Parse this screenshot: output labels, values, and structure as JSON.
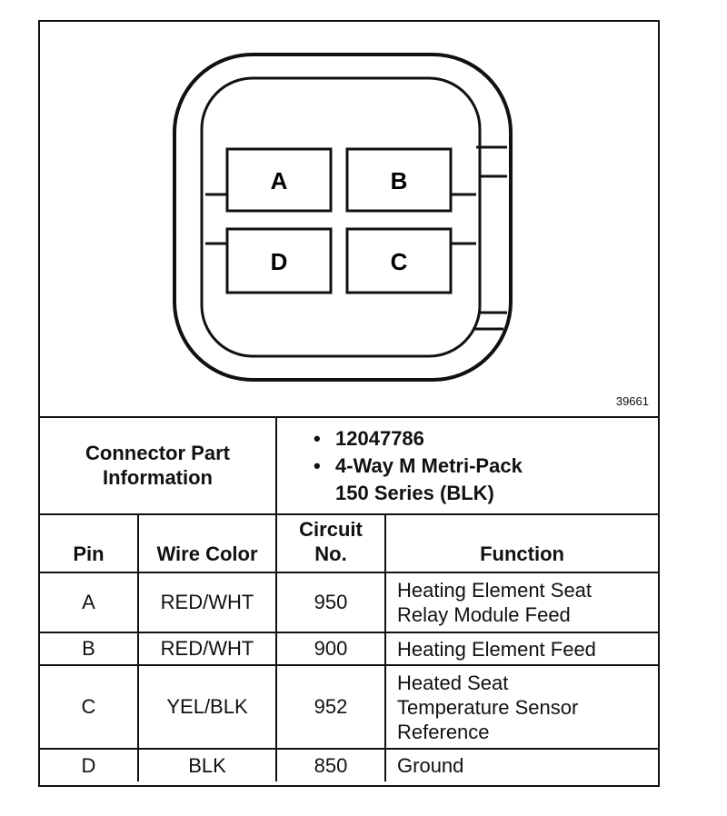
{
  "diagram": {
    "figure_id": "39661",
    "pins_top": [
      "A",
      "B"
    ],
    "pins_bottom": [
      "D",
      "C"
    ]
  },
  "connector_info": {
    "label_line1": "Connector Part",
    "label_line2": "Information",
    "part_number": "12047786",
    "description_line1": "4-Way M Metri-Pack",
    "description_line2": "150 Series (BLK)"
  },
  "headers": {
    "pin": "Pin",
    "wire_color": "Wire Color",
    "circuit_line1": "Circuit",
    "circuit_line2": "No.",
    "function": "Function"
  },
  "rows": [
    {
      "pin": "A",
      "wire_color": "RED/WHT",
      "circuit": "950",
      "function_lines": [
        "Heating Element Seat",
        "Relay Module Feed"
      ]
    },
    {
      "pin": "B",
      "wire_color": "RED/WHT",
      "circuit": "900",
      "function_lines": [
        "Heating Element Feed"
      ]
    },
    {
      "pin": "C",
      "wire_color": "YEL/BLK",
      "circuit": "952",
      "function_lines": [
        "Heated Seat",
        "Temperature Sensor",
        "Reference"
      ]
    },
    {
      "pin": "D",
      "wire_color": "BLK",
      "circuit": "850",
      "function_lines": [
        "Ground"
      ]
    }
  ]
}
